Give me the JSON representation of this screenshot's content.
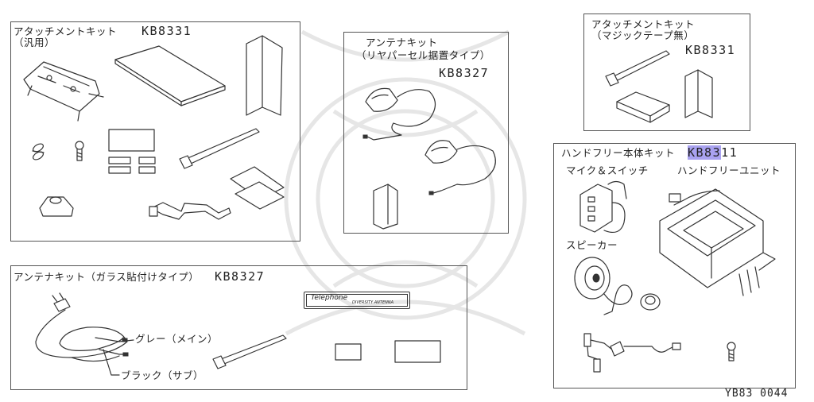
{
  "kit_general": {
    "name": "アタッチメントキット",
    "code": "KB8331",
    "note": "（汎用）"
  },
  "antenna_rear": {
    "line1": "アンテナキット",
    "line2": "（リヤパーセル据置タイプ）",
    "code": "KB8327"
  },
  "kit_velcro": {
    "line1": "アタッチメントキット",
    "line2": "（マジックテープ無）",
    "code": "KB8331"
  },
  "handsfree": {
    "name": "ハンドフリー本体キット",
    "code_highlight": "KB83",
    "code_rest": "11",
    "mic_switch": "マイク＆スイッチ",
    "unit": "ハンドフリーユニット",
    "speaker": "スピーカー"
  },
  "antenna_glass": {
    "name": "アンテナキット（ガラス貼付けタイプ）",
    "code": "KB8327",
    "gray_label": "グレー（メイン）",
    "black_label": "ブラック（サブ）",
    "sticker_line1": "Telephone",
    "sticker_line2": "DIVERSITY ANTENNA"
  },
  "figure_id": "YB83 0044"
}
